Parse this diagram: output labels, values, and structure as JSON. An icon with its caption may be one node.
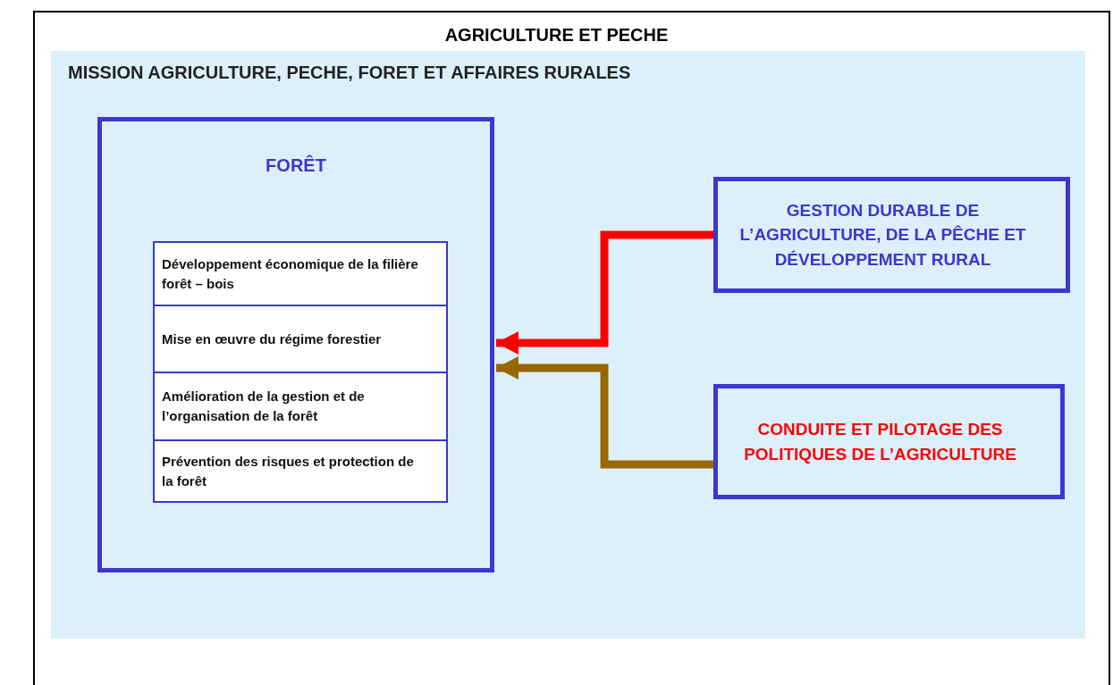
{
  "diagram": {
    "title": "AGRICULTURE ET PECHE",
    "nodes": [
      {
        "text": [
          "MISSION AGRICULTURE, PECHE, FORET ET AFFAIRES RURALES"
        ]
      },
      {
        "text": [
          "FORÊT"
        ],
        "in": 0
      },
      {
        "text": [
          "Développement économique de la filière forêt – bois"
        ],
        "in": 1
      },
      {
        "text": [
          "Mise en œuvre du régime forestier"
        ],
        "in": 1
      },
      {
        "text": [
          "Amélioration de la gestion et de l’organisation de la forêt"
        ],
        "in": 1
      },
      {
        "text": [
          "Prévention des risques et protection de la forêt"
        ],
        "in": 1
      },
      {
        "text": [
          "GESTION DURABLE DE L’AGRICULTURE, DE LA PÊCHE ET DÉVELOPPEMENT RURAL"
        ],
        "in": 0
      },
      {
        "text": [
          "CONDUITE ET PILOTAGE DES POLITIQUES DE L’AGRICULTURE"
        ],
        "in": 0
      }
    ],
    "edges": [
      {
        "from": 6,
        "to": 1,
        "arrow": "to",
        "color": "#ff0000"
      },
      {
        "from": 7,
        "to": 1,
        "arrow": "to",
        "color": "#996600"
      }
    ]
  }
}
